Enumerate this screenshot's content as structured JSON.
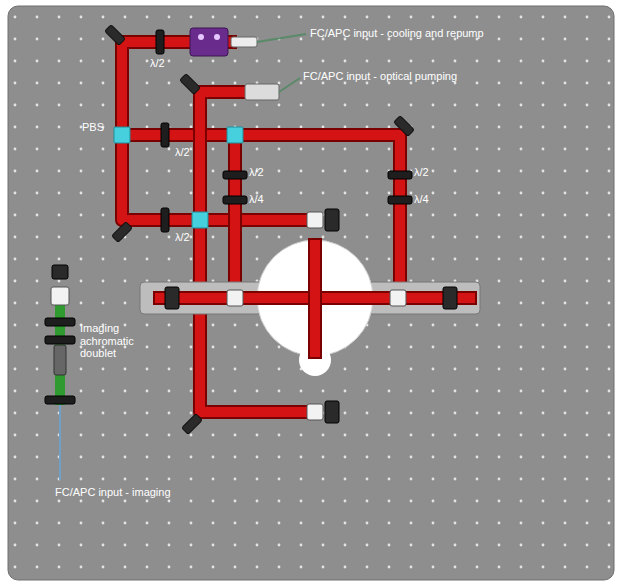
{
  "diagram": {
    "labels": [
      "FC/APC input - cooling and repump",
      "FC/APC input - optical pumping",
      "PBS",
      "λ/2",
      "λ/2",
      "λ/2",
      "λ/2",
      "λ/4",
      "λ/2",
      "λ/4",
      "Imaging achromatic doublet",
      "FC/APC input - imaging"
    ]
  }
}
